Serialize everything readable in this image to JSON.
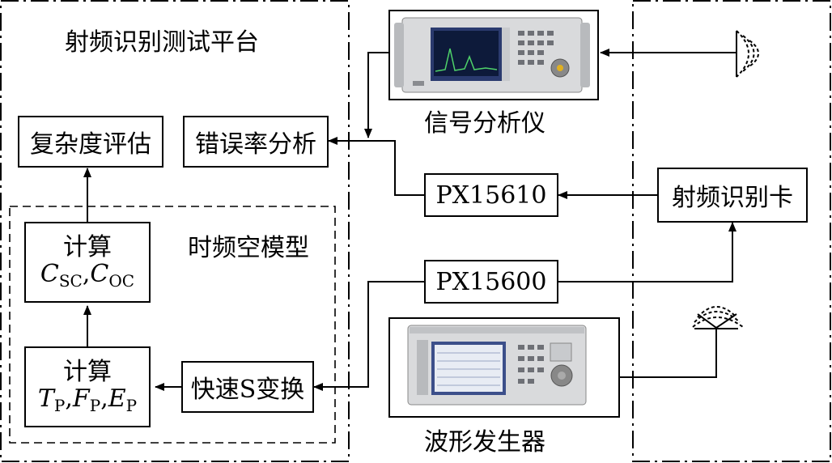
{
  "platform": {
    "title": "射频识别测试平台"
  },
  "model": {
    "title": "时频空模型"
  },
  "blocks": {
    "complexity": "复杂度评估",
    "ber": "错误率分析",
    "calc_top": {
      "label": "计算",
      "c": "C",
      "sc": "SC",
      "sep": ",",
      "oc": "OC"
    },
    "calc_bottom": {
      "label": "计算",
      "t": "T",
      "sub_p": "P",
      "f": "F",
      "e": "E",
      "sep": ","
    },
    "fst": "快速S变换",
    "px15610": "PX15610",
    "px15600": "PX15600",
    "rfid_card": "射频识别卡"
  },
  "devices": {
    "signal_analyzer": "信号分析仪",
    "waveform_generator": "波形发生器"
  },
  "colors": {
    "line": "#000000",
    "screen": "#2a3a6e",
    "screen_alt": "#3c4f8a",
    "device_body": "#d9dadc"
  }
}
